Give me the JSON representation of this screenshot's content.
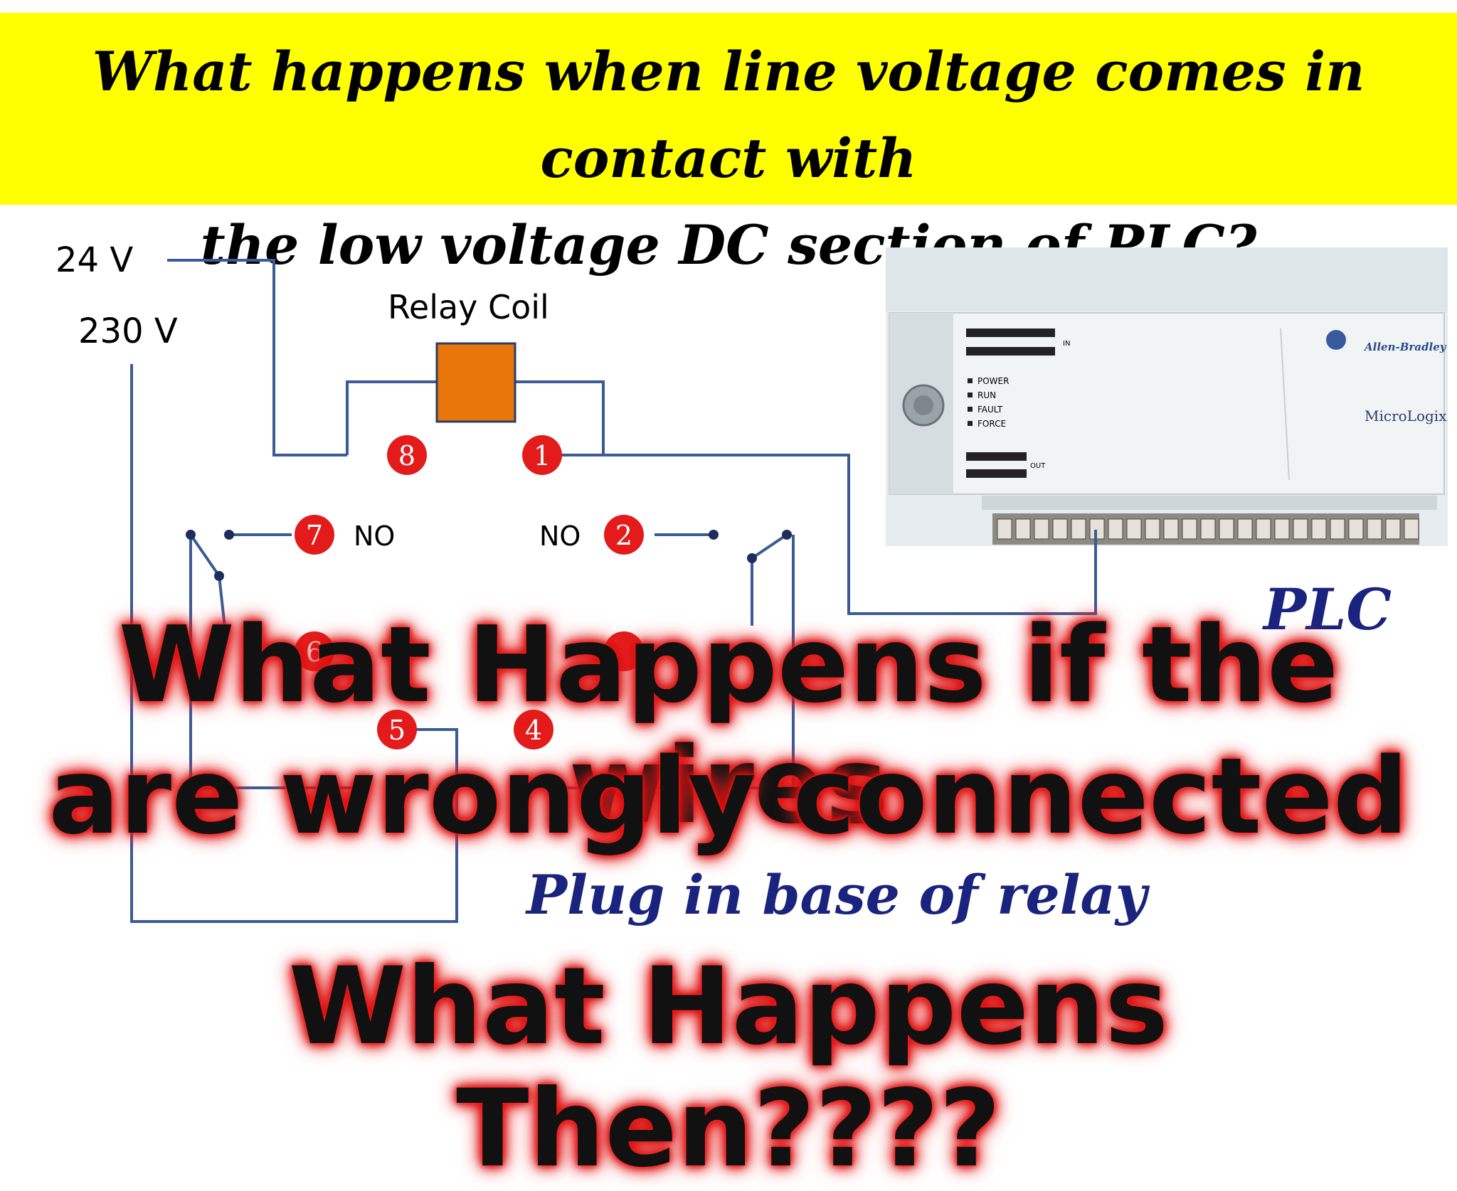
{
  "title": {
    "line1": "What happens when line voltage comes in contact with",
    "line2": "the low voltage DC section of PLC?"
  },
  "diagram": {
    "voltage_24": "24 V",
    "voltage_230": "230 V",
    "relay_coil_label": "Relay Coil",
    "pins": [
      "8",
      "1",
      "7",
      "2",
      "6",
      "5",
      "4"
    ],
    "no_left": "NO",
    "no_right": "NO",
    "plc_label": "PLC",
    "base_label": "Plug in base of relay"
  },
  "plc_device": {
    "brand": "Allen-Bradley",
    "model": "MicroLogix",
    "indicators": [
      "POWER",
      "RUN",
      "FAULT",
      "FORCE"
    ],
    "in_label": "IN",
    "out_label": "OUT"
  },
  "overlay": {
    "line1": "What Happens if the wires",
    "line2": "are wrongly connected",
    "line3": "What Happens Then????"
  },
  "colors": {
    "banner": "#ffff00",
    "wire": "#3a5b95",
    "pin": "#e31b1b",
    "coil": "#e8760b",
    "italic_label": "#1a237e"
  }
}
